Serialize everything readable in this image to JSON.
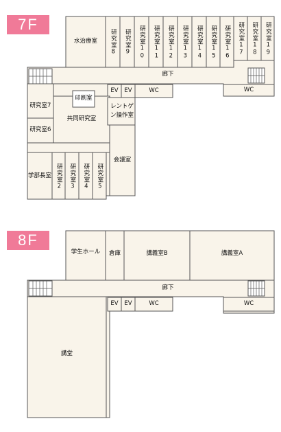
{
  "floors": [
    {
      "badge": "7F",
      "rooms": {
        "suichi": "水治療室",
        "lab8": "研究室8",
        "lab9": "研究室9",
        "lab10": "研究室10",
        "lab11": "研究室11",
        "lab12": "研究室12",
        "lab13": "研究室13",
        "lab14": "研究室14",
        "lab15": "研究室15",
        "lab16": "研究室16",
        "lab17": "研究室17",
        "lab18": "研究室18",
        "lab19": "研究室19",
        "corridor": "廊下",
        "ev1": "EV",
        "ev2": "EV",
        "wc_left": "WC",
        "wc_right": "WC",
        "printing": "印刷室",
        "lab7": "研究室7",
        "lab6": "研究室6",
        "shared_lab": "共同研究室",
        "xray": "レントゲン操作室",
        "meeting": "会議室",
        "dean": "学部長室",
        "lab2": "研究室2",
        "lab3": "研究室3",
        "lab4": "研究室4",
        "lab5": "研究室5"
      }
    },
    {
      "badge": "8F",
      "rooms": {
        "student_hall": "学生ホール",
        "storage": "倉庫",
        "lecture_b": "講義室B",
        "lecture_a": "講義室A",
        "corridor": "廊下",
        "ev1": "EV",
        "ev2": "EV",
        "wc_left": "WC",
        "wc_right": "WC",
        "auditorium": "講堂"
      }
    }
  ],
  "colors": {
    "badge": "#f07a98",
    "room_fill": "#f9f4ea",
    "wall": "#555555"
  }
}
